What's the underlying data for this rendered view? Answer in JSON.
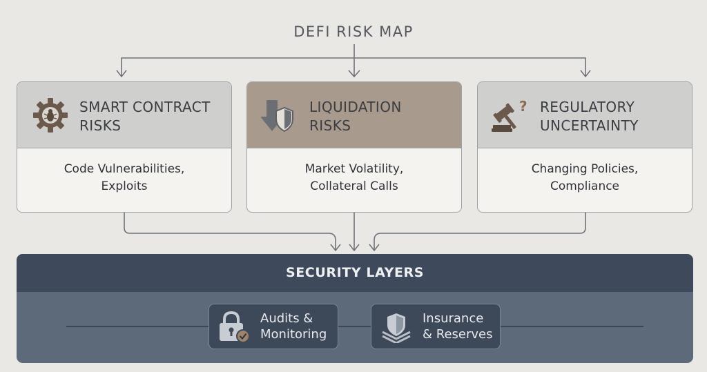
{
  "diagram": {
    "title": "DEFI RISK MAP",
    "risks": [
      {
        "title": "SMART CONTRACT\nRISKS",
        "icon": "gear-bug-icon",
        "description": "Code Vulnerabilities,\nExploits"
      },
      {
        "title": "LIQUIDATION\nRISKS",
        "icon": "down-arrow-shield-icon",
        "description": "Market Volatility,\nCollateral Calls"
      },
      {
        "title": "REGULATORY\nUNCERTAINTY",
        "icon": "gavel-question-icon",
        "description": "Changing Policies,\nCompliance"
      }
    ],
    "security": {
      "title": "SECURITY LAYERS",
      "items": [
        {
          "label": "Audits &\nMonitoring",
          "icon": "lock-check-icon"
        },
        {
          "label": "Insurance\n& Reserves",
          "icon": "shield-layers-icon"
        }
      ]
    }
  }
}
